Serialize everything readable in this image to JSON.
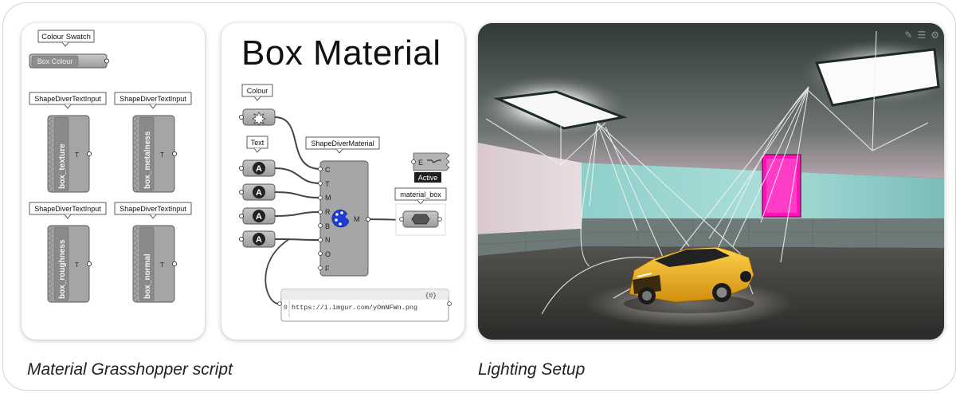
{
  "grasshopper_left": {
    "swatch_tag": "Colour Swatch",
    "swatch_label": "Box Colour",
    "text_inputs": [
      {
        "tag": "ShapeDiverTextInput",
        "label": "box_texture",
        "output": "T"
      },
      {
        "tag": "ShapeDiverTextInput",
        "label": "box_metalness",
        "output": "T"
      },
      {
        "tag": "ShapeDiverTextInput",
        "label": "box_roughness",
        "output": "T"
      },
      {
        "tag": "ShapeDiverTextInput",
        "label": "box_normal",
        "output": "T"
      }
    ]
  },
  "grasshopper_right": {
    "title": "Box Material",
    "colour_tag": "Colour",
    "text_tag": "Text",
    "material_tag": "ShapeDiverMaterial",
    "material_inputs": [
      "C",
      "T",
      "M",
      "R",
      "B",
      "N",
      "O",
      "F"
    ],
    "material_output": "M",
    "active_label": "Active",
    "active_input": "E",
    "output_tag": "material_box",
    "panel_index": "{0}",
    "panel_row": "0",
    "panel_url": "https://i.imgur.com/yOmNFWn.png"
  },
  "captions": {
    "left": "Material Grasshopper script",
    "right": "Lighting Setup"
  },
  "colors": {
    "wall_teal": "#a6dcd8",
    "accent_magenta": "#ff10b8",
    "car_yellow": "#f2b21c"
  },
  "icons": [
    "pencil-icon",
    "sliders-icon",
    "settings-icon"
  ]
}
